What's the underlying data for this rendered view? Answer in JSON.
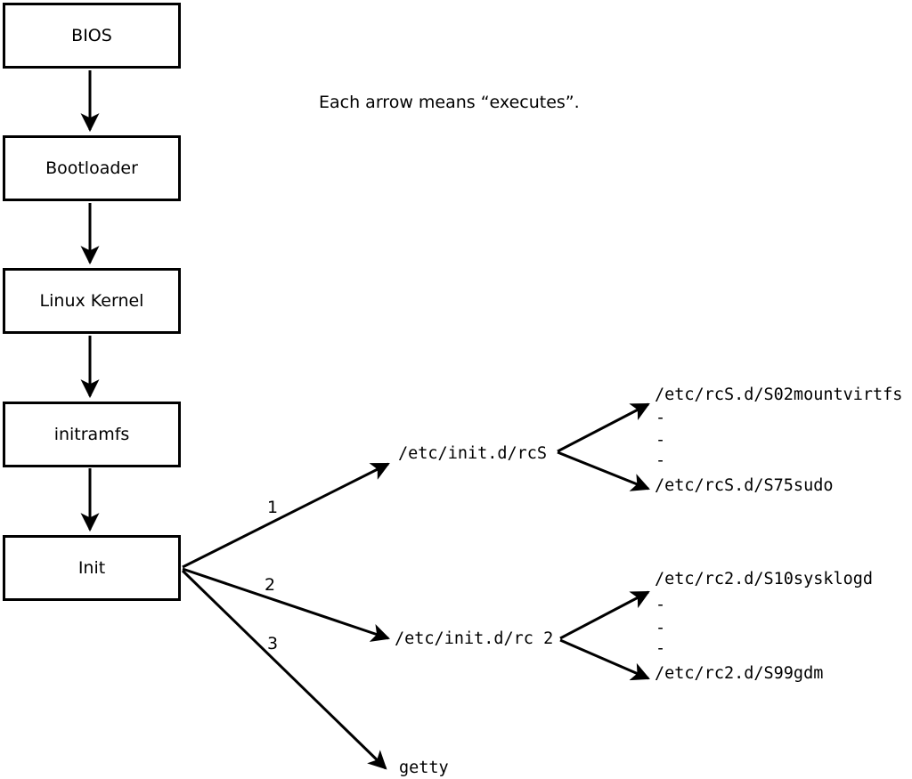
{
  "note": "Each arrow means “executes”.",
  "boxes": [
    {
      "label": "BIOS"
    },
    {
      "label": "Bootloader"
    },
    {
      "label": "Linux Kernel"
    },
    {
      "label": "initramfs"
    },
    {
      "label": "Init"
    }
  ],
  "fan": {
    "numbers": [
      "1",
      "2",
      "3"
    ],
    "targets": {
      "rcs": "/etc/init.d/rcS",
      "rc2": "/etc/init.d/rc 2",
      "getty": "getty"
    }
  },
  "rcS_branch": {
    "top": "/etc/rcS.d/S02mountvirtfs",
    "dashes": [
      "-",
      "-",
      "-"
    ],
    "bottom": "/etc/rcS.d/S75sudo"
  },
  "rc2_branch": {
    "top": "/etc/rc2.d/S10sysklogd",
    "dashes": [
      "-",
      "-",
      "-"
    ],
    "bottom": "/etc/rc2.d/S99gdm"
  },
  "colors": {
    "line": "#000000",
    "background": "#ffffff",
    "box_fill": "#ffffff"
  }
}
